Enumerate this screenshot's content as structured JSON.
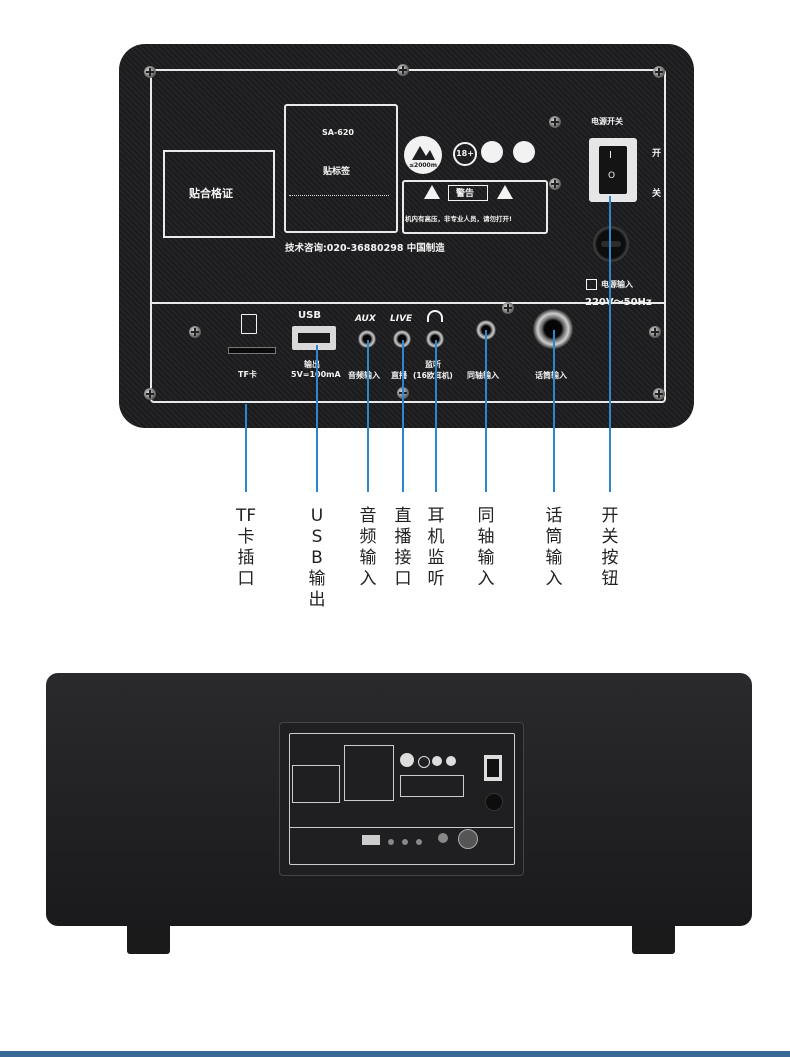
{
  "panel": {
    "sticker_cert": "贴合格证",
    "model": "SA-620",
    "sticker_label": "贴标签",
    "altitude": "≤2000m",
    "age_badge": "18+",
    "warning_title": "警告",
    "warning_text": "机内有高压，非专业人员，请勿打开!",
    "tech_support": "技术咨询:020-36880298  中国制造",
    "power_switch": "电源开关",
    "switch_on": "开",
    "switch_off": "关",
    "switch_on_mark": "I",
    "switch_off_mark": "O",
    "power_input": "电源输入",
    "power_spec": "220V～50Hz",
    "tf_label": "TF卡",
    "usb_title": "USB",
    "usb_label1": "输出",
    "usb_label2": "5V=100mA",
    "aux_title": "AUX",
    "aux_label": "音频输入",
    "live_title": "LIVE",
    "live_label": "直播",
    "monitor_label1": "监听",
    "monitor_label2": "(16欧耳机)",
    "coax_label": "同轴输入",
    "mic_label": "话筒输入"
  },
  "callouts": [
    "TF卡插口",
    "USB输出",
    "音频输入",
    "直播接口",
    "耳机监听",
    "同轴输入",
    "话筒输入",
    "开关按钮"
  ],
  "colors": {
    "callout_line": "#2e86cc",
    "panel_bg": "#1f1f21",
    "bottom_bar": "#3a6a95"
  }
}
